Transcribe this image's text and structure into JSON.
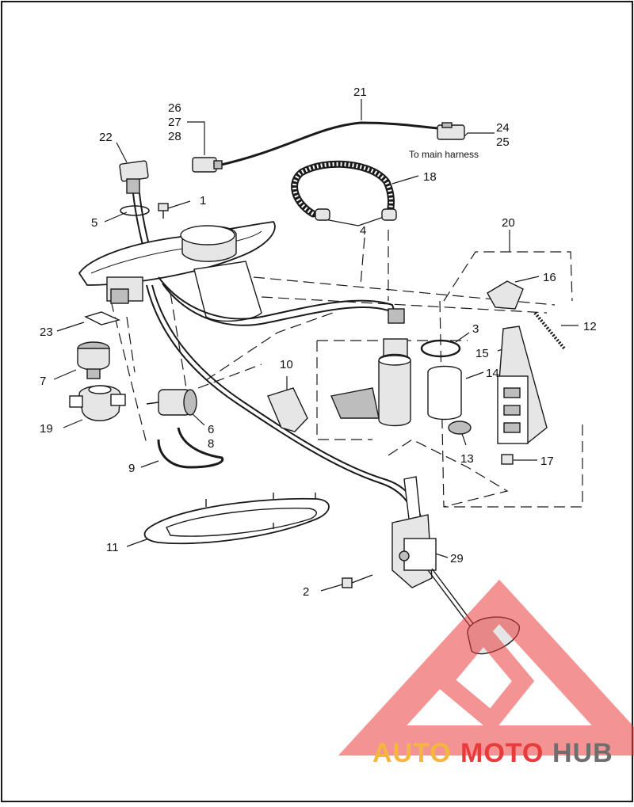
{
  "diagram": {
    "labels": {
      "1": "1",
      "2": "2",
      "3": "3",
      "4": "4",
      "5": "5",
      "6": "6",
      "7": "7",
      "8": "8",
      "9": "9",
      "10": "10",
      "11": "11",
      "12": "12",
      "13": "13",
      "14": "14",
      "15": "15",
      "16": "16",
      "17": "17",
      "18": "18",
      "19": "19",
      "20": "20",
      "21": "21",
      "22": "22",
      "23": "23",
      "24": "24",
      "25": "25",
      "26": "26",
      "27": "27",
      "28": "28",
      "29": "29"
    },
    "harness_note": "To main harness"
  },
  "watermark": {
    "brand_part1": "AUTO",
    "brand_part2": "MOTO",
    "brand_part3": "HUB",
    "colors": {
      "yellow": "#f4b63c",
      "red": "#ea3b3b",
      "gray": "#6e6e6e"
    }
  },
  "colors": {
    "frame": "#1a1a1a",
    "line": "#1a1a1a",
    "fill_light": "#e6e6e6",
    "fill_mid": "#bdbdbd"
  }
}
